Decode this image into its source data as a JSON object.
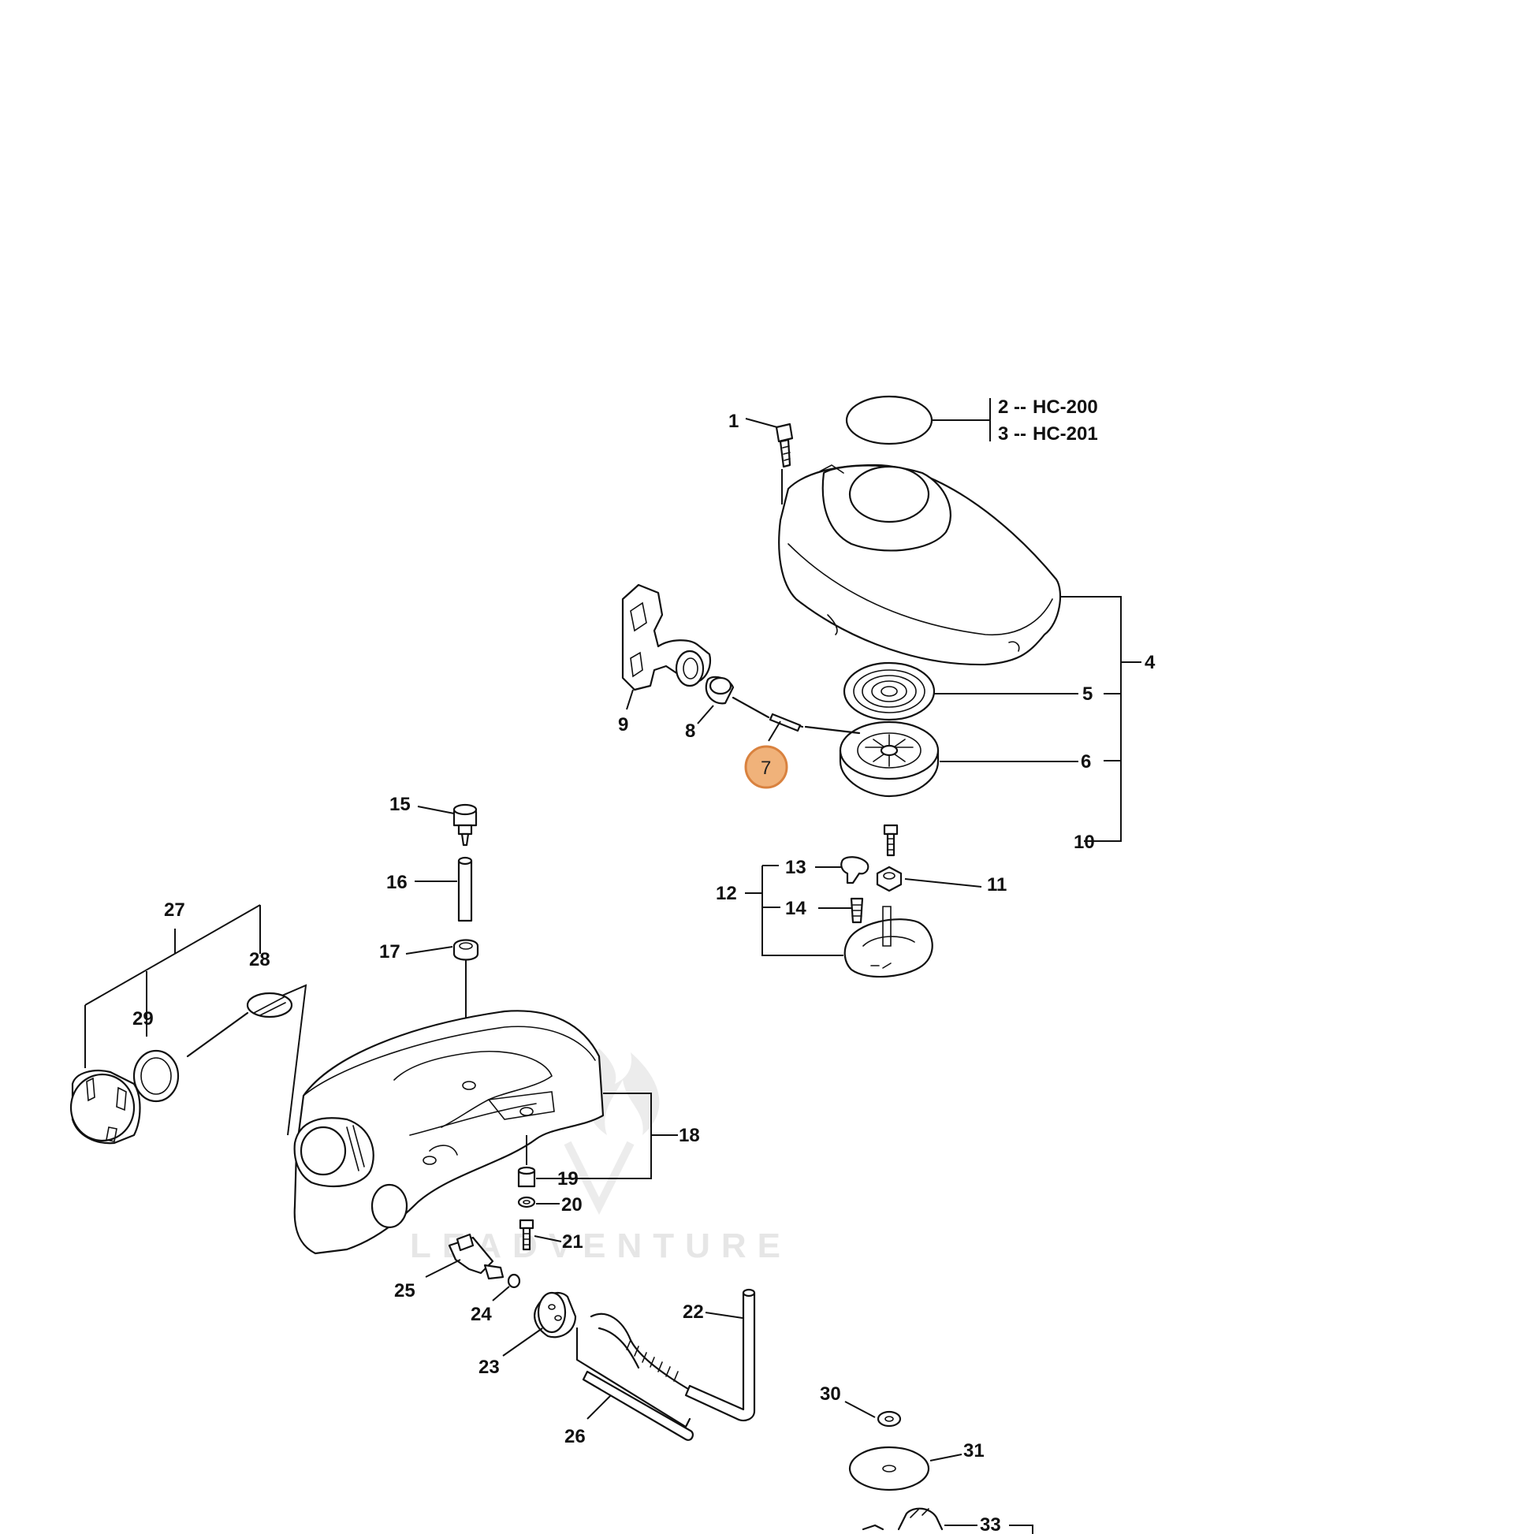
{
  "watermark": "LEADVENTURE",
  "callouts": {
    "c1": "1",
    "c2": "2",
    "c2_model": "HC-200",
    "c3": "3",
    "c3_model": "HC-201",
    "c4": "4",
    "c5": "5",
    "c6": "6",
    "c7": "7",
    "c8": "8",
    "c9": "9",
    "c10": "10",
    "c11": "11",
    "c12": "12",
    "c13": "13",
    "c14": "14",
    "c15": "15",
    "c16": "16",
    "c17": "17",
    "c18": "18",
    "c19": "19",
    "c20": "20",
    "c21": "21",
    "c22": "22",
    "c23": "23",
    "c24": "24",
    "c25": "25",
    "c26": "26",
    "c27": "27",
    "c28": "28",
    "c29": "29",
    "c30": "30",
    "c31": "31",
    "c33": "33"
  },
  "model_separator": "--",
  "highlighted_part": "7",
  "colors": {
    "highlight_fill": "#f0b27a",
    "highlight_stroke": "#d9823f",
    "line": "#111111"
  }
}
